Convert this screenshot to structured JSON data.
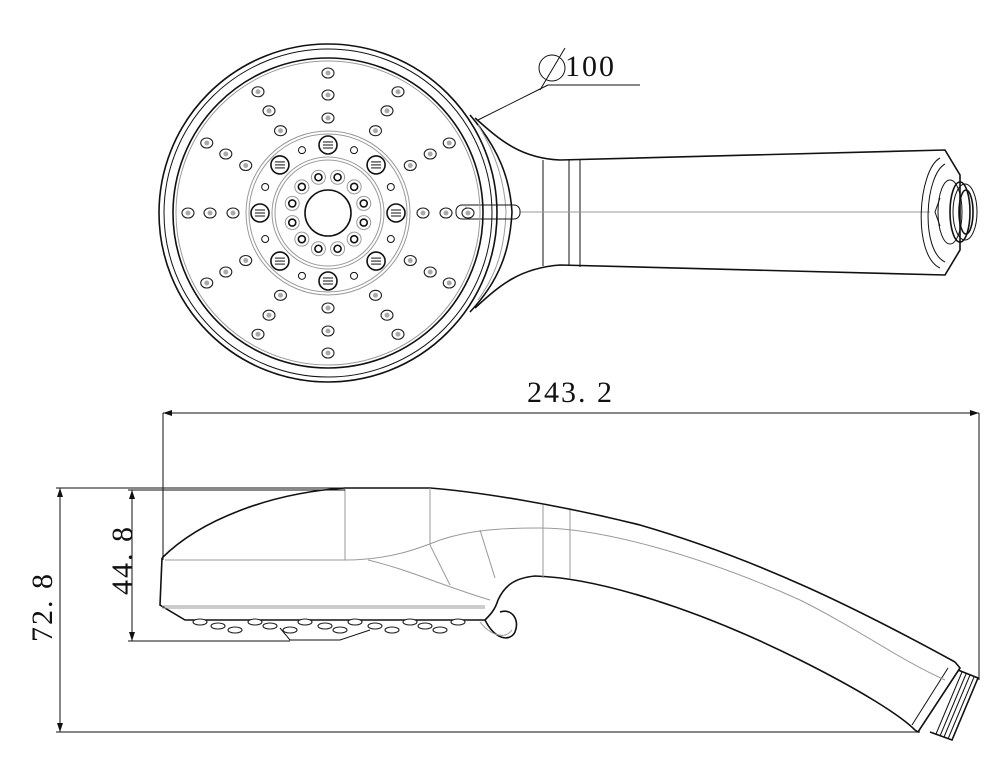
{
  "drawing": {
    "subject": "Hand shower head technical drawing",
    "views": [
      "front view",
      "side view"
    ],
    "line_color": "#111111",
    "hidden_line_color": "#9a9a9a",
    "background": "#ffffff"
  },
  "dimensions": {
    "diameter": {
      "symbol": "⌀",
      "value": "100",
      "label": "∅100"
    },
    "overall_length": {
      "value": "243.2",
      "label": "243. 2"
    },
    "head_height": {
      "value": "44.8",
      "label": "44. 8"
    },
    "overall_height": {
      "value": "72.8",
      "label": "72. 8"
    }
  }
}
